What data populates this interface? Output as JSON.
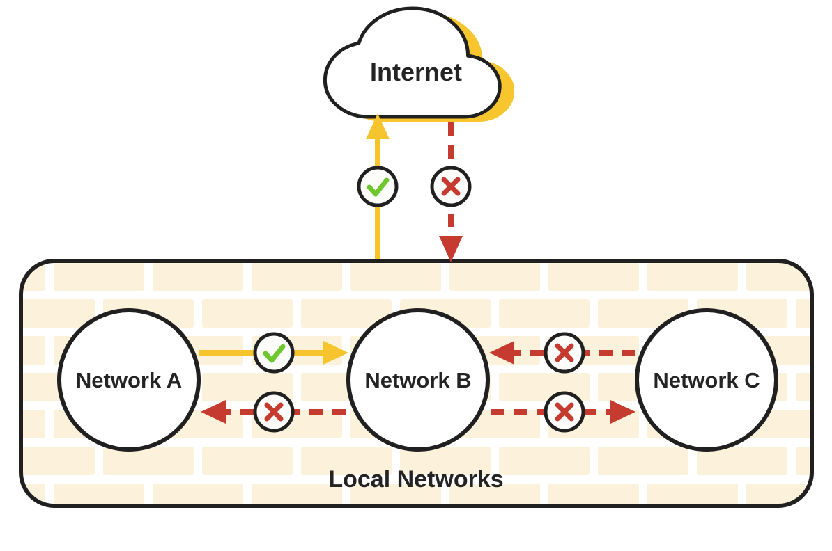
{
  "diagram": {
    "internet_label": "Internet",
    "firewall_label": "Local Networks",
    "networks": [
      {
        "label": "Network A"
      },
      {
        "label": "Network B"
      },
      {
        "label": "Network C"
      }
    ],
    "connections": [
      {
        "from": "Local Networks",
        "to": "Internet",
        "status": "allowed",
        "line": "solid-yellow",
        "badge": "check-icon"
      },
      {
        "from": "Internet",
        "to": "Local Networks",
        "status": "blocked",
        "line": "dashed-red",
        "badge": "x-icon"
      },
      {
        "from": "Network A",
        "to": "Network B",
        "status": "allowed",
        "line": "solid-yellow",
        "badge": "check-icon"
      },
      {
        "from": "Network C",
        "to": "Network B",
        "status": "blocked",
        "line": "dashed-red",
        "badge": "x-icon"
      },
      {
        "from": "Network B",
        "to": "Network A",
        "status": "blocked",
        "line": "dashed-red",
        "badge": "x-icon"
      },
      {
        "from": "Network B",
        "to": "Network C",
        "status": "blocked",
        "line": "dashed-red",
        "badge": "x-icon"
      }
    ],
    "icons": {
      "cloud": "cloud-icon",
      "allowed": "check-icon",
      "blocked": "x-icon",
      "wall": "brick-wall"
    },
    "colors": {
      "outline": "#202020",
      "allowed_yellow": "#F6C52E",
      "blocked_red": "#C53B30",
      "check_green": "#6FC72F",
      "cloud_shadow": "#F7C52E",
      "brick_fill": "#FCF2DB",
      "mortar": "#FFFFFF",
      "node_fill": "#FFFFFF",
      "badge_fill": "#FCFCFA",
      "text": "#242424"
    }
  }
}
